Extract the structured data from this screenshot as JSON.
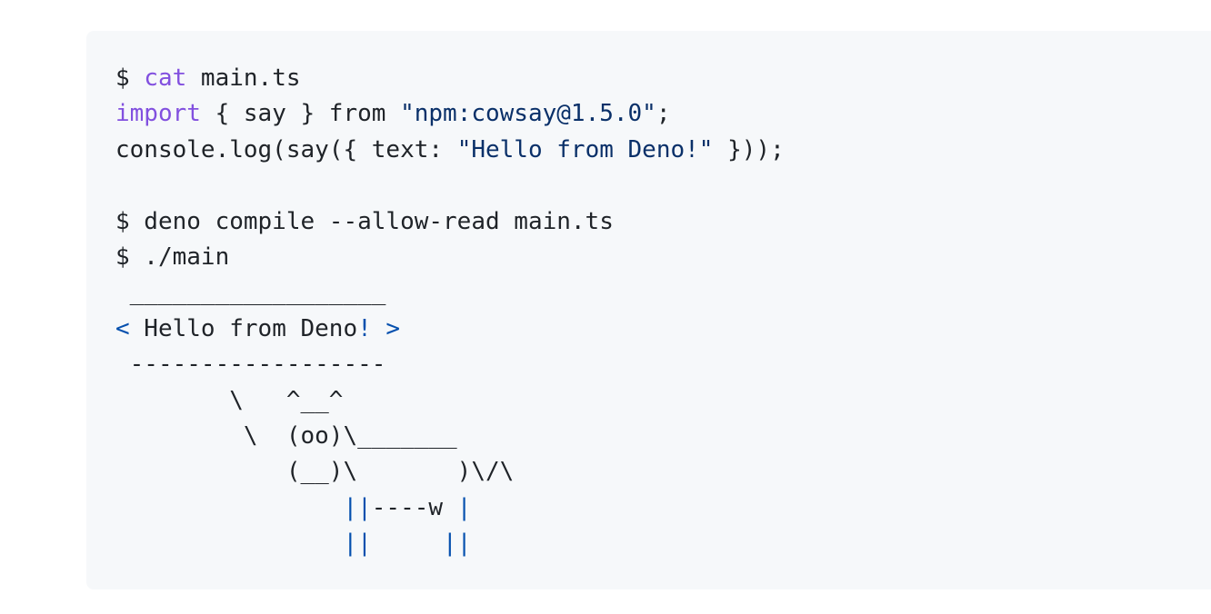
{
  "code_block": {
    "lines": [
      {
        "parts": [
          {
            "t": "$ ",
            "c": "plain"
          },
          {
            "t": "cat",
            "c": "kw"
          },
          {
            "t": " main.ts",
            "c": "plain"
          }
        ]
      },
      {
        "parts": [
          {
            "t": "import",
            "c": "kw"
          },
          {
            "t": " { say } from ",
            "c": "plain"
          },
          {
            "t": "\"npm:cowsay@1.5.0\"",
            "c": "str"
          },
          {
            "t": ";",
            "c": "plain"
          }
        ]
      },
      {
        "parts": [
          {
            "t": "console.log(say({ text: ",
            "c": "plain"
          },
          {
            "t": "\"Hello from Deno!\"",
            "c": "str"
          },
          {
            "t": " }));",
            "c": "plain"
          }
        ]
      },
      {
        "parts": [
          {
            "t": "",
            "c": "plain"
          }
        ]
      },
      {
        "parts": [
          {
            "t": "$ deno compile --allow-read main.ts",
            "c": "plain"
          }
        ]
      },
      {
        "parts": [
          {
            "t": "$ ./main",
            "c": "plain"
          }
        ]
      },
      {
        "parts": [
          {
            "t": " __________________",
            "c": "plain"
          }
        ]
      },
      {
        "parts": [
          {
            "t": "<",
            "c": "pun"
          },
          {
            "t": " Hello from Deno",
            "c": "plain"
          },
          {
            "t": "!",
            "c": "pun"
          },
          {
            "t": " ",
            "c": "plain"
          },
          {
            "t": ">",
            "c": "pun"
          }
        ]
      },
      {
        "parts": [
          {
            "t": " ------------------",
            "c": "plain"
          }
        ]
      },
      {
        "parts": [
          {
            "t": "        \\   ^__^",
            "c": "plain"
          }
        ]
      },
      {
        "parts": [
          {
            "t": "         \\  (oo)\\_______",
            "c": "plain"
          }
        ]
      },
      {
        "parts": [
          {
            "t": "            (__)\\       )\\/\\",
            "c": "plain"
          }
        ]
      },
      {
        "parts": [
          {
            "t": "                ",
            "c": "plain"
          },
          {
            "t": "||",
            "c": "pun"
          },
          {
            "t": "----w ",
            "c": "plain"
          },
          {
            "t": "|",
            "c": "pun"
          }
        ]
      },
      {
        "parts": [
          {
            "t": "                ",
            "c": "plain"
          },
          {
            "t": "||",
            "c": "pun"
          },
          {
            "t": "     ",
            "c": "plain"
          },
          {
            "t": "||",
            "c": "pun"
          }
        ]
      }
    ]
  },
  "colors": {
    "background": "#ffffff",
    "code_background": "#f6f8fa",
    "text": "#1f2328",
    "keyword": "#8250df",
    "string": "#0a3069",
    "punctuation": "#0550ae"
  }
}
